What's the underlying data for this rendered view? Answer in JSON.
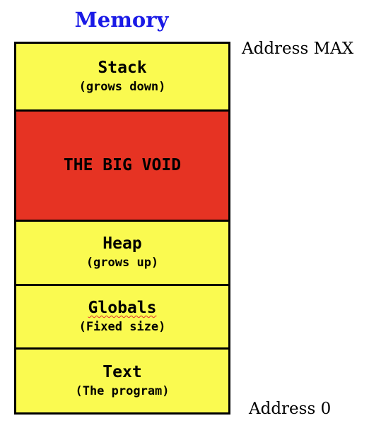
{
  "title": "Memory",
  "colors": {
    "title": "#1a1ae6",
    "segment_fill": "#fafa50",
    "void_fill": "#e63323",
    "border": "#000000"
  },
  "segments": [
    {
      "id": "stack",
      "name": "Stack",
      "note": "(grows down)",
      "fill": "#fafa50"
    },
    {
      "id": "void",
      "name": "THE BIG VOID",
      "note": "",
      "fill": "#e63323"
    },
    {
      "id": "heap",
      "name": "Heap",
      "note": "(grows up)",
      "fill": "#fafa50"
    },
    {
      "id": "globals",
      "name": "Globals",
      "note": "(Fixed size)",
      "fill": "#fafa50"
    },
    {
      "id": "text",
      "name": "Text",
      "note": "(The program)",
      "fill": "#fafa50"
    }
  ],
  "address_labels": {
    "max": "Address MAX",
    "min": "Address 0"
  }
}
